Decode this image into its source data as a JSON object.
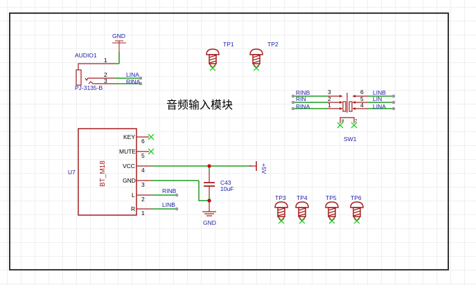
{
  "schematic": {
    "title": "音频输入模块",
    "frame_color": "#333333",
    "colors": {
      "component": "#a51d1d",
      "wire": "#1f9a1f",
      "label": "#1a1aa8",
      "junction": "#cc0000",
      "no_connect": "#22cc22"
    },
    "audio_jack": {
      "designator": "AUDIO1",
      "part": "PJ-3135-B",
      "pins": [
        {
          "number": "1",
          "net": "GND"
        },
        {
          "number": "2",
          "net": "LINA"
        },
        {
          "number": "3",
          "net": "RINA"
        }
      ],
      "gnd_label": "GND"
    },
    "test_points": [
      "TP1",
      "TP2",
      "TP3",
      "TP4",
      "TP5",
      "TP6"
    ],
    "switch": {
      "designator": "SW1",
      "left_pins": [
        {
          "number": "3",
          "net": "RINB"
        },
        {
          "number": "2",
          "net": "RIN"
        },
        {
          "number": "1",
          "net": "RINA"
        }
      ],
      "right_pins": [
        {
          "number": "6",
          "net": "LINB"
        },
        {
          "number": "5",
          "net": "LIN"
        },
        {
          "number": "4",
          "net": "LINA"
        }
      ],
      "extra_pins": [
        "8",
        "7"
      ]
    },
    "module": {
      "designator": "U7",
      "part": "BT_M18",
      "pins": [
        {
          "name": "KEY",
          "number": "6",
          "net": ""
        },
        {
          "name": "MUTE",
          "number": "5",
          "net": ""
        },
        {
          "name": "VCC",
          "number": "4",
          "net": "+5V"
        },
        {
          "name": "GND",
          "number": "3",
          "net": "GND"
        },
        {
          "name": "L",
          "number": "2",
          "net": "RINB"
        },
        {
          "name": "R",
          "number": "1",
          "net": "LINB"
        }
      ]
    },
    "capacitor": {
      "designator": "C43",
      "value": "10uF"
    },
    "power": {
      "vcc_label": "+5V",
      "gnd_label": "GND"
    }
  }
}
